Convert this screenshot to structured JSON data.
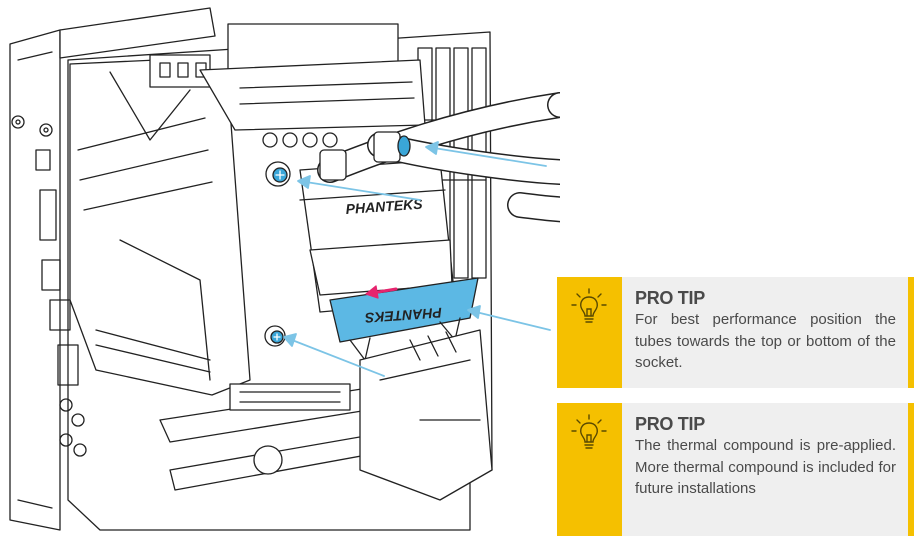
{
  "tips": [
    {
      "title": "PRO TIP",
      "body": "For best performance position the tubes towards the top or bottom of the socket.",
      "icon": "lightbulb-icon"
    },
    {
      "title": "PRO TIP",
      "body": "The thermal compound is pre-applied. More thermal compound is included for future installations",
      "icon": "lightbulb-icon"
    }
  ],
  "illustration": {
    "block_brand": "PHANTEKS",
    "bracket_brand": "PHANTEKS"
  },
  "colors": {
    "accent": "#f5c000",
    "panel": "#efefef",
    "text": "#4a4a4a",
    "arrow": "#7cc4e6",
    "bracket": "#5cb8e4",
    "screw": "#3aa6d8",
    "direction_arrow": "#e6246e"
  }
}
